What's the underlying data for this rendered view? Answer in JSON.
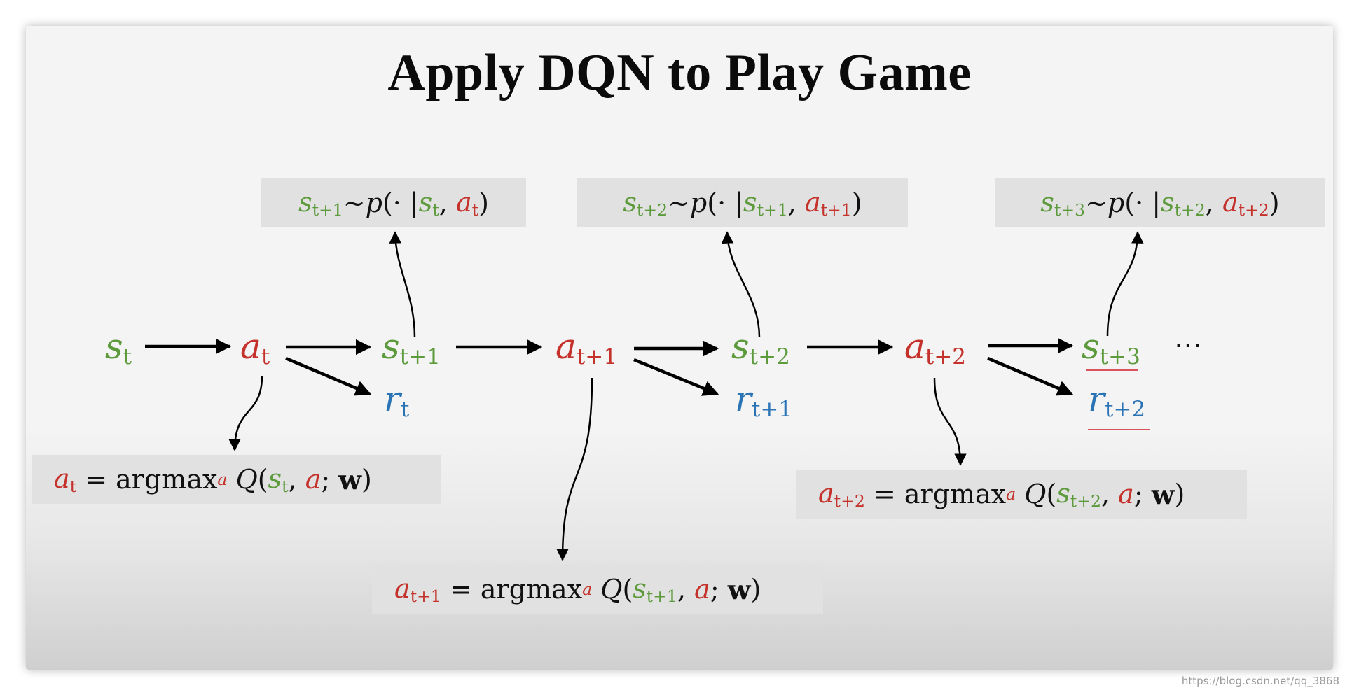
{
  "slide": {
    "title": "Apply DQN to Play Game",
    "ellipsis": "⋯",
    "watermark": "https://blog.csdn.net/qq_3868"
  },
  "nodes": {
    "s_t": {
      "var": "s",
      "sub": "t"
    },
    "a_t": {
      "var": "a",
      "sub": "t"
    },
    "s_t1": {
      "var": "s",
      "sub": "t+1"
    },
    "r_t": {
      "var": "r",
      "sub": "t"
    },
    "a_t1": {
      "var": "a",
      "sub": "t+1"
    },
    "s_t2": {
      "var": "s",
      "sub": "t+2"
    },
    "r_t1": {
      "var": "r",
      "sub": "t+1"
    },
    "a_t2": {
      "var": "a",
      "sub": "t+2"
    },
    "s_t3": {
      "var": "s",
      "sub": "t+3"
    },
    "r_t2": {
      "var": "r",
      "sub": "t+2"
    }
  },
  "transition_boxes": [
    {
      "next": {
        "var": "s",
        "sub": "t+1"
      },
      "tilde": "~",
      "p": "p",
      "open": "(· |",
      "state": {
        "var": "s",
        "sub": "t"
      },
      "comma": ",",
      "action": {
        "var": "a",
        "sub": "t"
      },
      "close": ")"
    },
    {
      "next": {
        "var": "s",
        "sub": "t+2"
      },
      "tilde": "~",
      "p": "p",
      "open": "(· |",
      "state": {
        "var": "s",
        "sub": "t+1"
      },
      "comma": ",",
      "action": {
        "var": "a",
        "sub": "t+1"
      },
      "close": ")"
    },
    {
      "next": {
        "var": "s",
        "sub": "t+3"
      },
      "tilde": "~",
      "p": "p",
      "open": "(· |",
      "state": {
        "var": "s",
        "sub": "t+2"
      },
      "comma": ",",
      "action": {
        "var": "a",
        "sub": "t+2"
      },
      "close": ")"
    }
  ],
  "policy_boxes": [
    {
      "lhs": {
        "var": "a",
        "sub": "t"
      },
      "eq": "=",
      "fn": "argmax",
      "fn_sub": "a",
      "q": "Q",
      "open": "(",
      "state": {
        "var": "s",
        "sub": "t"
      },
      "comma1": ",",
      "action": "a",
      "semi": ";",
      "weight": "w",
      "close": ")"
    },
    {
      "lhs": {
        "var": "a",
        "sub": "t+1"
      },
      "eq": "=",
      "fn": "argmax",
      "fn_sub": "a",
      "q": "Q",
      "open": "(",
      "state": {
        "var": "s",
        "sub": "t+1"
      },
      "comma1": ",",
      "action": "a",
      "semi": ";",
      "weight": "w",
      "close": ")"
    },
    {
      "lhs": {
        "var": "a",
        "sub": "t+2"
      },
      "eq": "=",
      "fn": "argmax",
      "fn_sub": "a",
      "q": "Q",
      "open": "(",
      "state": {
        "var": "s",
        "sub": "t+2"
      },
      "comma1": ",",
      "action": "a",
      "semi": ";",
      "weight": "w",
      "close": ")"
    }
  ],
  "colors": {
    "state": "#5c9a3c",
    "action": "#c4322b",
    "reward": "#2a74b5",
    "box": "#e1e1e1"
  }
}
